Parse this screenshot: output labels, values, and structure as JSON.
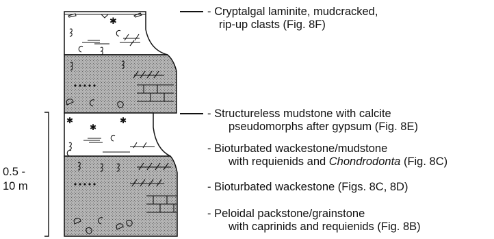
{
  "scale": {
    "line1": "0.5 -",
    "line2": "10 m"
  },
  "labels": [
    {
      "prefix": "- ",
      "line1": "Cryptalgal laminite, mudcracked,",
      "line2": "rip-up clasts (Fig. 8F)"
    },
    {
      "prefix": "- ",
      "line1": "Structureless mudstone with calcite",
      "line2": "pseudomorphs after gypsum (Fig. 8E)"
    },
    {
      "prefix": "- ",
      "line1": "Bioturbated wackestone/mudstone",
      "line2_pre": "with requienids and ",
      "line2_italic": "Chondrodonta",
      "line2_post": " (Fig. 8C)"
    },
    {
      "prefix": "- ",
      "line1": "Bioturbated wackestone (Figs. 8C, 8D)"
    },
    {
      "prefix": "- ",
      "line1": "Peloidal packstone/grainstone",
      "line2": "with caprinids and requienids (Fig. 8B)"
    }
  ],
  "colors": {
    "stipple": "#a9a9a9",
    "line": "#111111"
  }
}
